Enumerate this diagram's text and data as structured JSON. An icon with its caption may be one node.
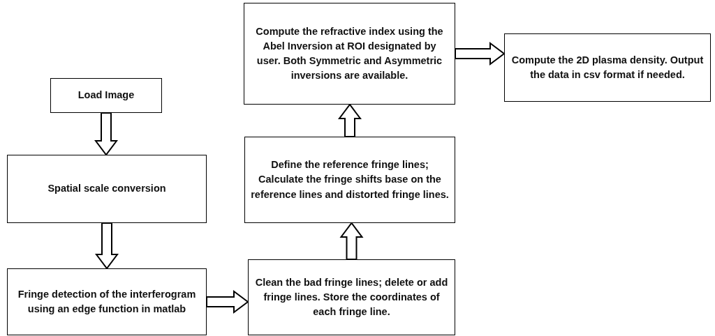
{
  "diagram": {
    "nodes": [
      {
        "text": [
          "Load Image"
        ]
      },
      {
        "text": [
          "Spatial scale conversion"
        ]
      },
      {
        "text": [
          "Fringe detection of the interferogram using an edge function in matlab"
        ]
      },
      {
        "text": [
          "Clean the bad fringe lines; delete or add fringe lines. Store the coordinates of each fringe line."
        ]
      },
      {
        "text": [
          "Define the reference fringe lines;  Calculate the fringe shifts  base on the reference lines and distorted fringe lines."
        ]
      },
      {
        "text": [
          "Compute the refractive index using the Abel Inversion at ROI designated by user.  Both Symmetric and Asymmetric inversions are available."
        ]
      },
      {
        "text": [
          "Compute the 2D plasma density. Output the data in csv format if needed."
        ]
      }
    ],
    "edges": [
      {
        "from": 0,
        "to": 1,
        "arrow": "to"
      },
      {
        "from": 1,
        "to": 2,
        "arrow": "to"
      },
      {
        "from": 2,
        "to": 3,
        "arrow": "to"
      },
      {
        "from": 3,
        "to": 4,
        "arrow": "to"
      },
      {
        "from": 4,
        "to": 5,
        "arrow": "to"
      },
      {
        "from": 5,
        "to": 6,
        "arrow": "to"
      }
    ]
  }
}
